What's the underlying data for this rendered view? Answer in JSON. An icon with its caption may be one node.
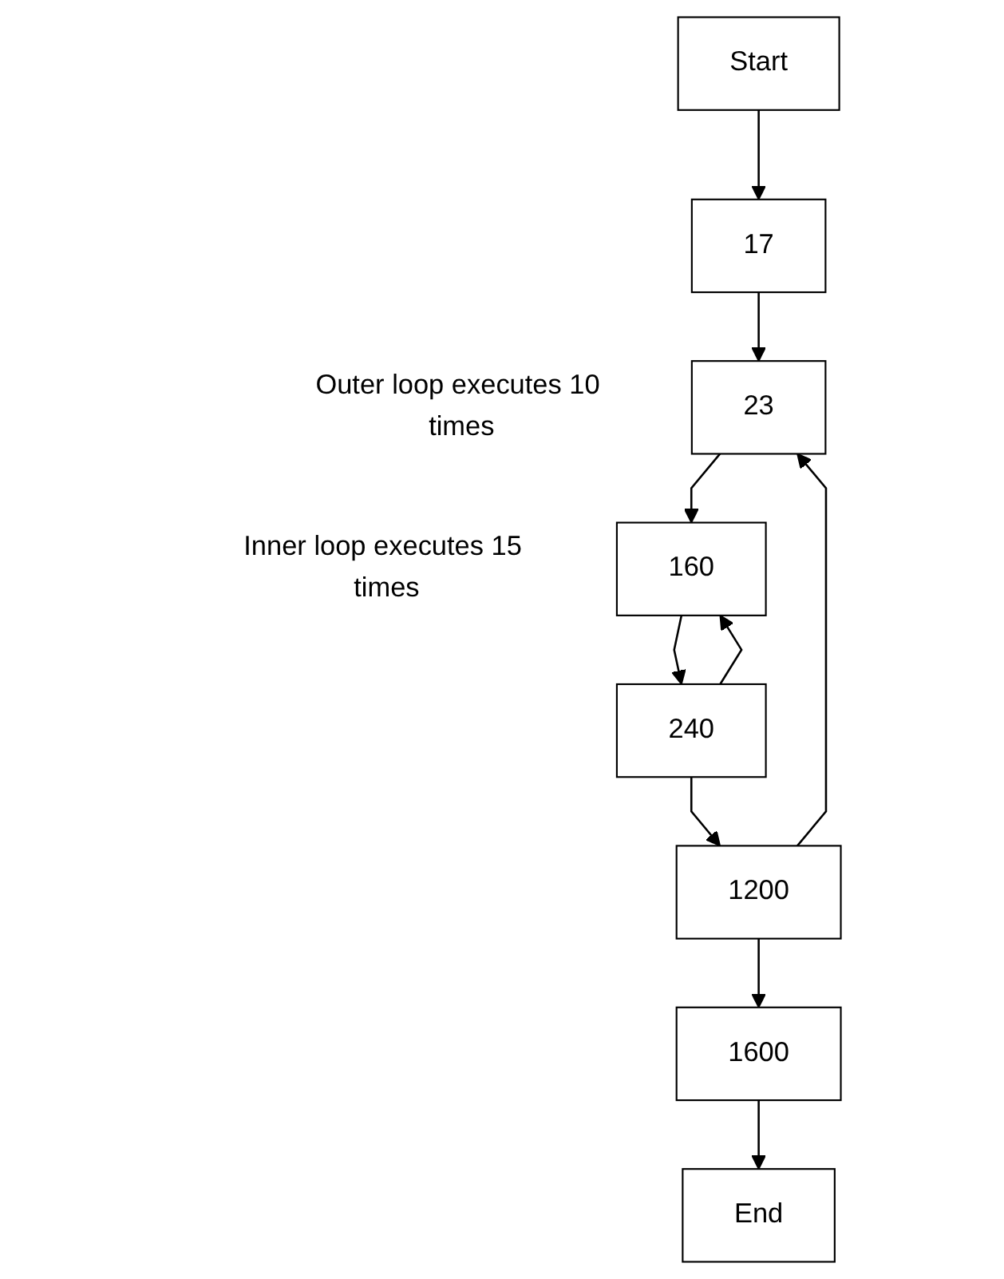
{
  "diagram": {
    "nodes": [
      {
        "text": [
          "Start"
        ]
      },
      {
        "text": [
          "17"
        ]
      },
      {
        "text": [
          "23"
        ],
        "beside": [
          "Outer loop executes 10 times"
        ]
      },
      {
        "text": [
          "160"
        ],
        "beside": [
          "Inner loop executes 15 times"
        ]
      },
      {
        "text": [
          "240"
        ]
      },
      {
        "text": [
          "1200"
        ]
      },
      {
        "text": [
          "1600"
        ]
      },
      {
        "text": [
          "End"
        ]
      }
    ],
    "edges": [
      {
        "from": 0,
        "to": 1,
        "arrow": "to"
      },
      {
        "from": 1,
        "to": 2,
        "arrow": "to"
      },
      {
        "from": 2,
        "to": 3,
        "arrow": "to"
      },
      {
        "from": 3,
        "to": 4,
        "arrow": "to"
      },
      {
        "from": 4,
        "to": 3,
        "arrow": "to"
      },
      {
        "from": 4,
        "to": 5,
        "arrow": "to"
      },
      {
        "from": 5,
        "to": 2,
        "arrow": "to"
      },
      {
        "from": 5,
        "to": 6,
        "arrow": "to"
      },
      {
        "from": 6,
        "to": 7,
        "arrow": "to"
      }
    ]
  }
}
